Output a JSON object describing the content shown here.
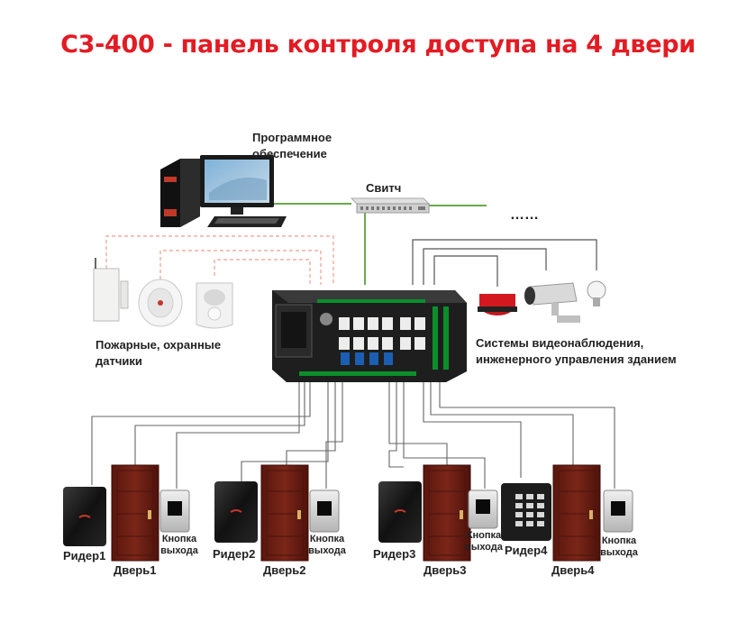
{
  "title": "C3-400 - панель контроля доступа на 4 двери",
  "labels": {
    "software": "Программное обеспечение",
    "switch": "Свитч",
    "ellipsis": "……",
    "sensors": "Пожарные, охранные датчики",
    "systems": "Системы видеонаблюдения, инженерного управления зданием"
  },
  "doors": [
    {
      "reader": "Ридер1",
      "door": "Дверь1",
      "button": "Кнопка выхода"
    },
    {
      "reader": "Ридер2",
      "door": "Дверь2",
      "button": "Кнопка выхода"
    },
    {
      "reader": "Ридер3",
      "door": "Дверь3",
      "button": "Кнопка выхода"
    },
    {
      "reader": "Ридер4",
      "door": "Дверь4",
      "button": "Кнопка выхода"
    }
  ],
  "colors": {
    "title": "#e31b23",
    "network_line": "#6aa84f",
    "dashed_line": "#e8a090",
    "wire": "#555555",
    "door": "#6b1e14",
    "panel": "#1e1e1e"
  }
}
